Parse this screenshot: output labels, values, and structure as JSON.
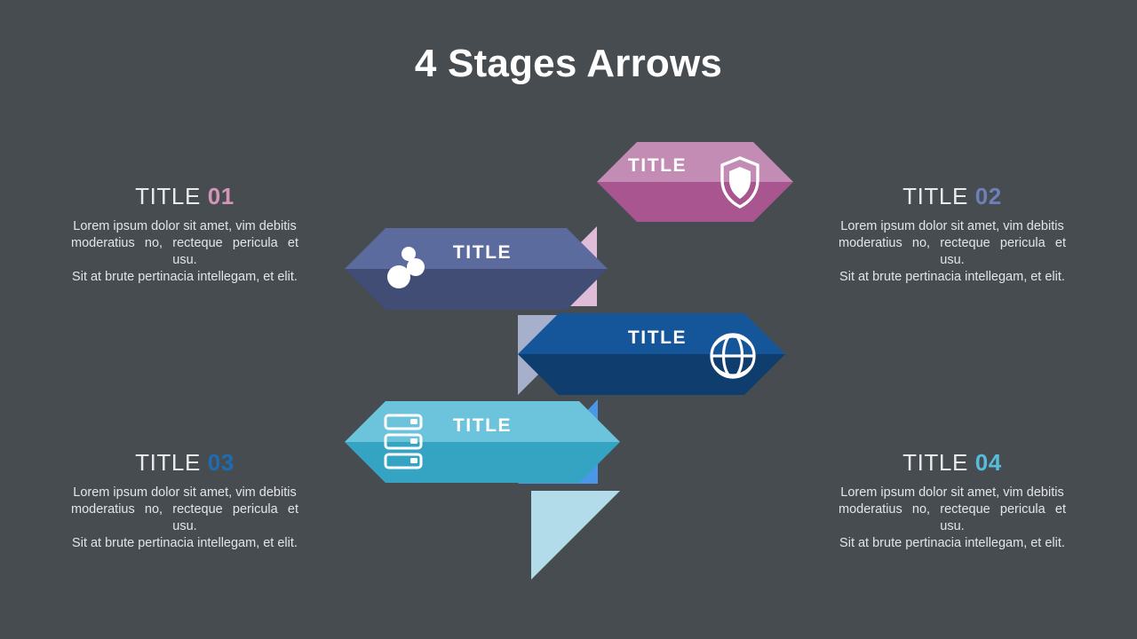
{
  "slide": {
    "title": "4 Stages Arrows",
    "background_color": "#474c50"
  },
  "stages": [
    {
      "id": "01",
      "heading_prefix": "TITLE",
      "heading_number": "01",
      "number_color": "#d595b9",
      "arrow_label": "TITLE",
      "icon": "shield-icon",
      "color_light": "#c38cb4",
      "color_dark": "#a85590",
      "color_tail": "#dfbcd7",
      "side": "left",
      "body_lines": [
        "Lorem ipsum dolor sit amet, vim debitis",
        "moderatius no, recteque pericula et usu.",
        "Sit at brute pertinacia intellegam, et elit."
      ]
    },
    {
      "id": "02",
      "heading_prefix": "TITLE",
      "heading_number": "02",
      "number_color": "#6e7fb9",
      "arrow_label": "TITLE",
      "icon": "molecule-icon",
      "color_light": "#5c6b9e",
      "color_dark": "#414d75",
      "color_tail": "#a7b0cb",
      "side": "right",
      "body_lines": [
        "Lorem ipsum dolor sit amet, vim debitis",
        "moderatius no, recteque pericula et usu.",
        "Sit at brute pertinacia intellegam, et elit."
      ]
    },
    {
      "id": "03",
      "heading_prefix": "TITLE",
      "heading_number": "03",
      "number_color": "#1e6cb5",
      "arrow_label": "TITLE",
      "icon": "globe-icon",
      "color_light": "#15559a",
      "color_dark": "#0f3d6e",
      "color_tail": "#4a97e8",
      "side": "left",
      "body_lines": [
        "Lorem ipsum dolor sit amet, vim debitis",
        "moderatius no, recteque pericula et usu.",
        "Sit at brute pertinacia intellegam, et elit."
      ]
    },
    {
      "id": "04",
      "heading_prefix": "TITLE",
      "heading_number": "04",
      "number_color": "#56bcdc",
      "arrow_label": "TITLE",
      "icon": "server-icon",
      "color_light": "#6cc3dc",
      "color_dark": "#35a3c2",
      "color_tail": "#b2dcea",
      "side": "right",
      "body_lines": [
        "Lorem ipsum dolor sit amet, vim debitis",
        "moderatius no, recteque pericula et usu.",
        "Sit at brute pertinacia intellegam, et elit."
      ]
    }
  ]
}
